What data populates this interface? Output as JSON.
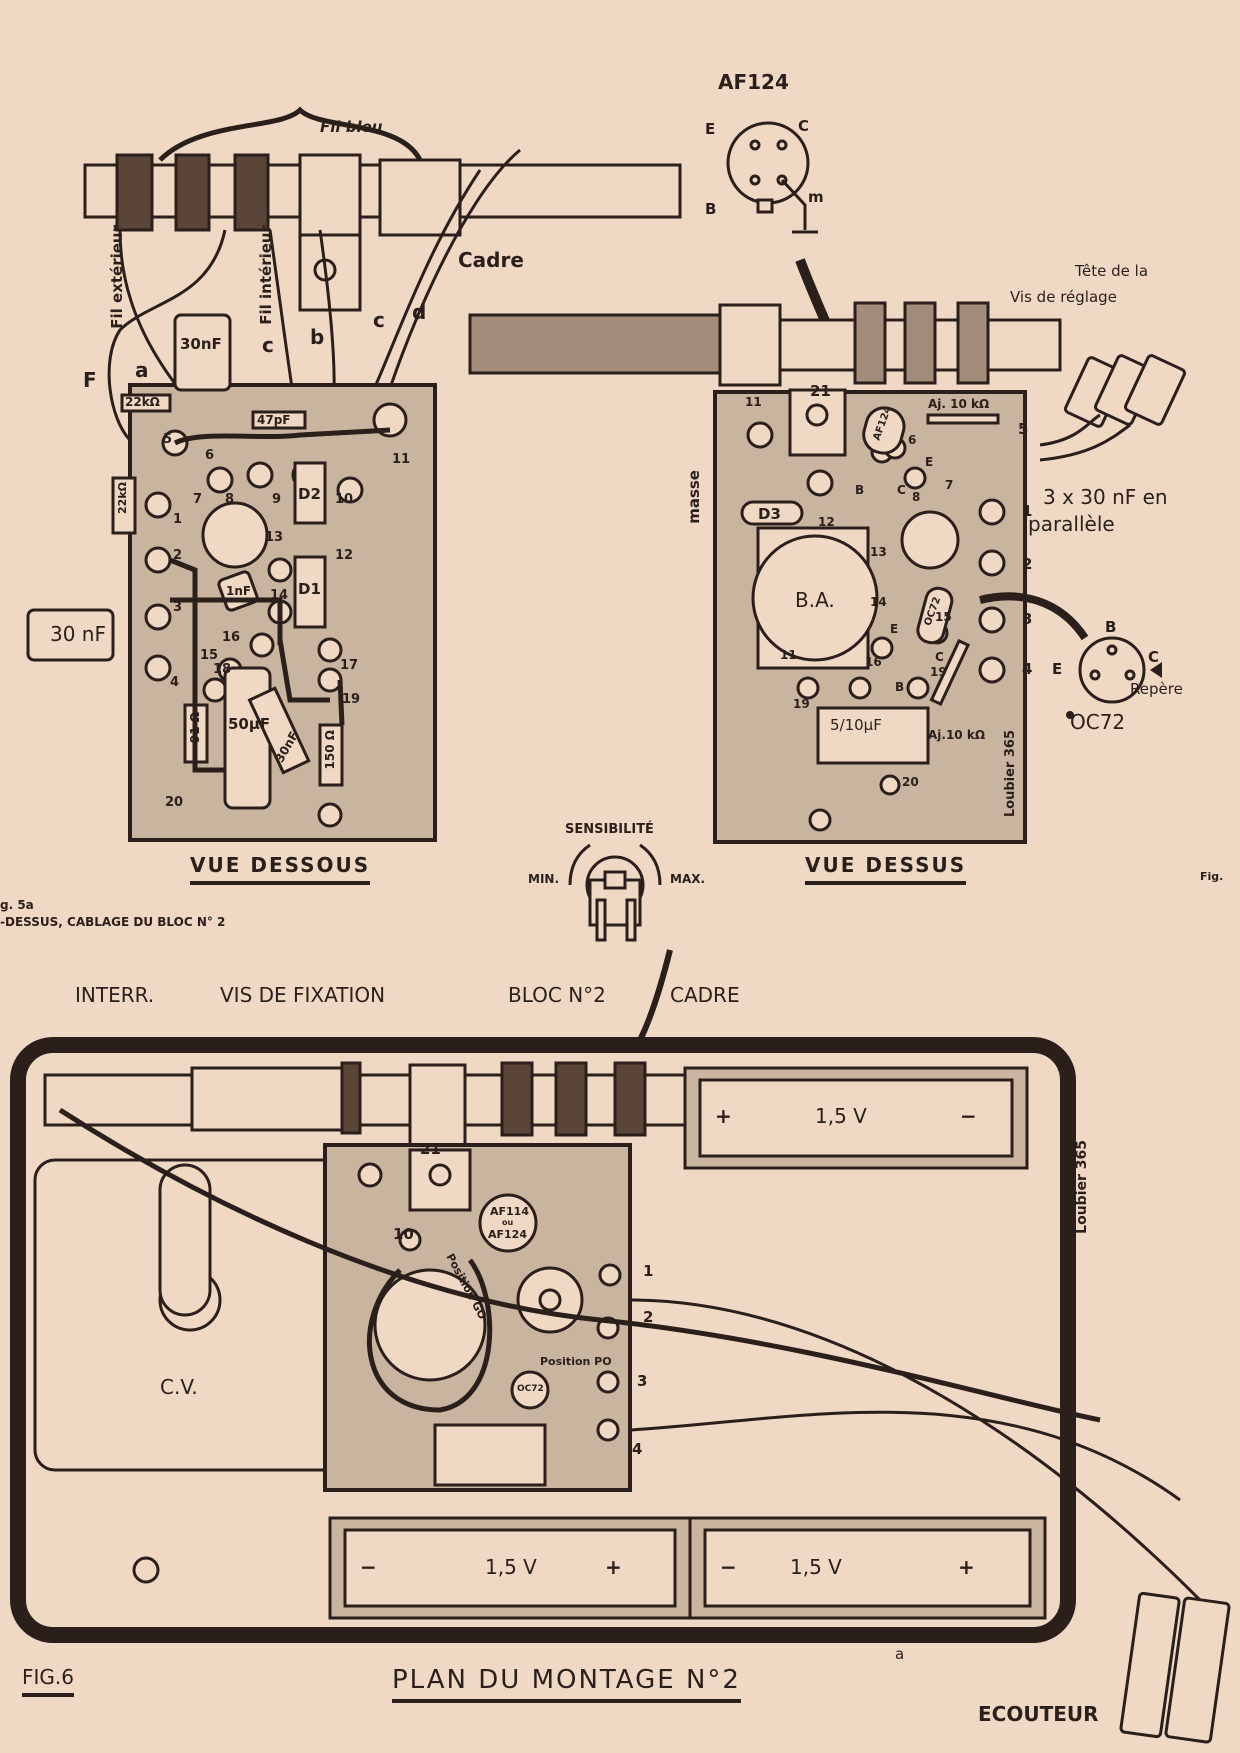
{
  "colors": {
    "paper": "#f0d9c4",
    "ink": "#2a1f1a",
    "board": "#c9b4a0"
  },
  "fig5": {
    "vue_dessous": {
      "title": "VUE DESSOUS",
      "wire_labels": {
        "fil_bleu": "Fil bleu",
        "fil_exterieur": "Fil extérieur",
        "fil_interieur": "Fil intérieur",
        "cadre": "Cadre",
        "a": "a",
        "b": "b",
        "c1": "c",
        "c2": "c",
        "d": "d",
        "f": "F"
      },
      "components": {
        "cap_30nf_top": "30nF",
        "res_22k_top": "22kΩ",
        "cap_47pf": "47pF",
        "res_22k_side": "22kΩ",
        "cap_30nf_left": "30 nF",
        "d2": "D2",
        "d1": "D1",
        "cap_1nf": "1nF",
        "cap_50uf": "50µF",
        "cap_30nf_diag": "30nF",
        "res_91": "91 Ω",
        "res_150": "150 Ω"
      },
      "pin_numbers": [
        "1",
        "2",
        "3",
        "4",
        "5",
        "6",
        "7",
        "8",
        "9",
        "10",
        "11",
        "12",
        "13",
        "14",
        "15",
        "16",
        "17",
        "18",
        "19",
        "20"
      ]
    },
    "vue_dessus": {
      "title": "VUE DESSUS",
      "af124_pinout": {
        "title": "AF124",
        "e": "E",
        "c": "C",
        "b": "B",
        "m": "m"
      },
      "labels": {
        "tete_vis": "Tête de la",
        "vis_reglage": "Vis de réglage",
        "aj_top": "Aj. 10 kΩ",
        "caps": "3 x 30 nF en",
        "parallele": "parallèle",
        "masse": "masse",
        "d3": "D3",
        "ba": "B.A.",
        "af124_can": "AF124",
        "oc72_can": "OC72",
        "cap_5_10": "5/10µF",
        "aj_bottom": "Aj.10 kΩ",
        "pin_21": "21",
        "pin_11": "11",
        "signature": "Loubier 365"
      },
      "terminal_numbers": [
        "1",
        "2",
        "3",
        "4",
        "5"
      ],
      "inner_numbers": [
        "6",
        "7",
        "8",
        "11",
        "12",
        "13",
        "14",
        "15",
        "16",
        "19",
        "19",
        "20"
      ],
      "pin_letters": {
        "b1": "B",
        "c1": "C",
        "e1": "E",
        "e2": "E",
        "c2": "C",
        "b2": "B"
      },
      "oc72_pinout": {
        "title": "OC72",
        "b": "B",
        "c": "C",
        "e": "E",
        "repere": "Repère"
      }
    },
    "sensibilite": {
      "title": "SENSIBILITÉ",
      "min": "MIN.",
      "max": "MAX."
    },
    "caption": {
      "fig": "g. 5a",
      "text": "-DESSUS, CABLAGE DU BLOC N° 2",
      "fig_right": "Fig."
    }
  },
  "fig6": {
    "callouts": {
      "interr": "INTERR.",
      "vis_fixation": "VIS DE FIXATION",
      "bloc": "BLOC N°2",
      "cadre": "CADRE"
    },
    "labels": {
      "cv": "C.V.",
      "pin21": "21",
      "pin10": "10",
      "position_go": "Position GO",
      "position_po": "Position PO",
      "af_can_1": "AF114",
      "af_can_ou": "ou",
      "af_can_2": "AF124",
      "oc72": "OC72",
      "t1": "1",
      "t2": "2",
      "t3": "3",
      "t4": "4",
      "a": "a",
      "signature": "Loubier 365",
      "ecouteur": "ECOUTEUR"
    },
    "batteries": [
      {
        "voltage": "1,5 V",
        "plus": "+",
        "minus": "−"
      },
      {
        "voltage": "1,5 V",
        "plus": "+",
        "minus": "−"
      },
      {
        "voltage": "1,5 V",
        "plus": "+",
        "minus": "−"
      }
    ],
    "fig_label": "FIG.6",
    "title": "PLAN DU MONTAGE N°2"
  }
}
